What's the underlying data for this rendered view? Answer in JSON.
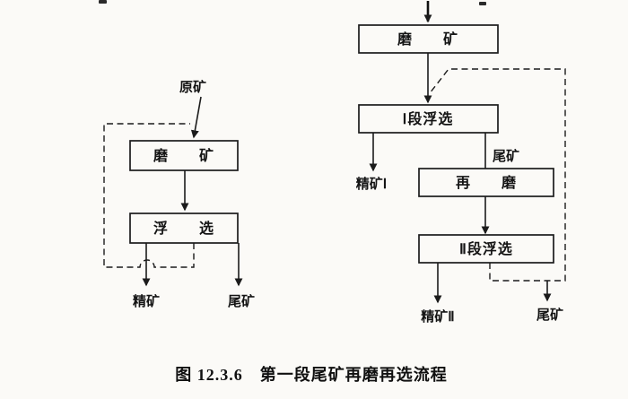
{
  "caption": "图 12.3.6　第一段尾矿再磨再选流程",
  "left_flow": {
    "feed_label": "原矿",
    "grind_box_label": "磨　　矿",
    "flotation_box_label": "浮　　选",
    "concentrate_label": "精矿",
    "tailings_label": "尾矿"
  },
  "right_flow": {
    "grind_box_label": "磨　　矿",
    "stage1_box_label": "Ⅰ段浮选",
    "concentrate1_label": "精矿Ⅰ",
    "mid_tailings_label": "尾矿",
    "regrind_box_label": "再　　磨",
    "stage2_box_label": "Ⅱ段浮选",
    "concentrate2_label": "精矿Ⅱ",
    "tailings_label": "尾矿"
  }
}
